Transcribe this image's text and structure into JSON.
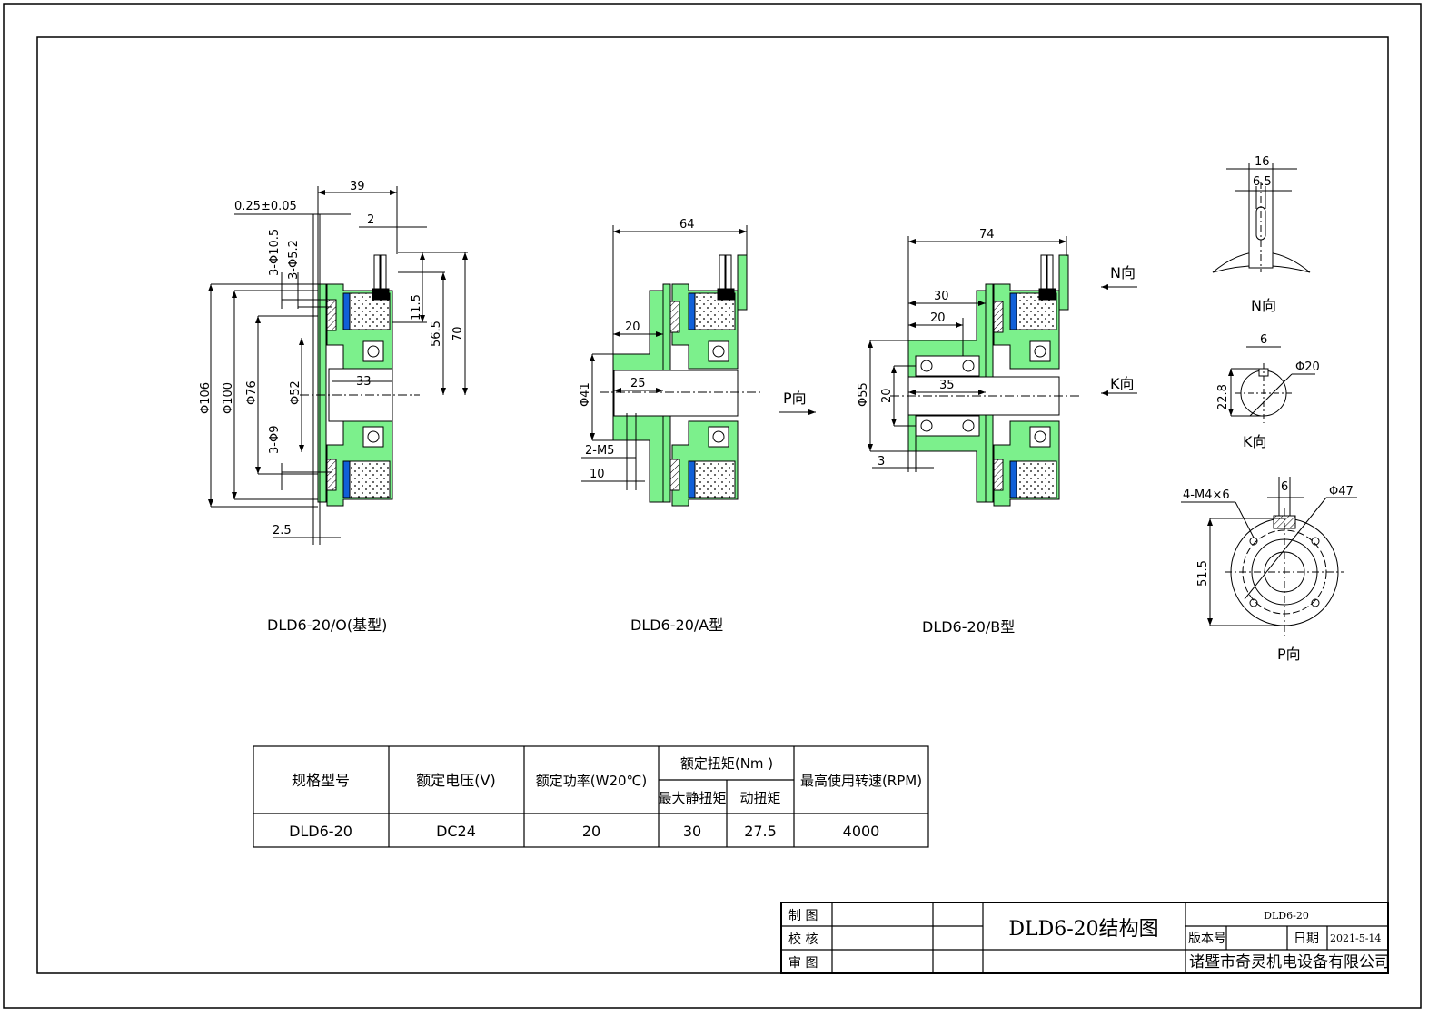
{
  "views": {
    "base": {
      "caption": "DLD6-20/O(基型)",
      "dims": {
        "w39": "39",
        "gap": "0.25±0.05",
        "d2": "2",
        "h11_5": "11.5",
        "h56_5": "56.5",
        "h70": "70",
        "phi106": "Φ106",
        "phi100": "Φ100",
        "phi76": "Φ76",
        "phi52": "Φ52",
        "holes10_5": "3-Φ10.5",
        "holes5_2": "3-Φ5.2",
        "holes9": "3-Φ9",
        "bore33": "33",
        "d2_5": "2.5"
      }
    },
    "typeA": {
      "caption": "DLD6-20/A型",
      "dims": {
        "w64": "64",
        "d20": "20",
        "d25": "25",
        "phi41": "Φ41",
        "m5": "2-M5",
        "d10": "10"
      }
    },
    "typeB": {
      "caption": "DLD6-20/B型",
      "dims": {
        "w74": "74",
        "d30": "30",
        "d20": "20",
        "d35": "35",
        "phi55": "Φ55",
        "v20": "20",
        "d3": "3"
      }
    },
    "arrows": {
      "n": "N向",
      "k": "K向",
      "p": "P向"
    },
    "detailN": {
      "caption": "N向",
      "d16": "16",
      "d6_5": "6.5"
    },
    "detailK": {
      "caption": "K向",
      "d6": "6",
      "phi20": "Φ20",
      "d22_8": "22.8"
    },
    "detailP": {
      "caption": "P向",
      "m4": "4-M4×6",
      "d6": "6",
      "phi47": "Φ47",
      "d51_5": "51.5"
    }
  },
  "spec_table": {
    "headers": {
      "model": "规格型号",
      "voltage": "额定电压(V)",
      "power": "额定功率(W20℃)",
      "torque": "额定扭矩(Nm )",
      "static_torque": "最大静扭矩",
      "dynamic_torque": "动扭矩",
      "speed": "最高使用转速(RPM)"
    },
    "row": {
      "model": "DLD6-20",
      "voltage": "DC24",
      "power": "20",
      "static_torque": "30",
      "dynamic_torque": "27.5",
      "speed": "4000"
    }
  },
  "title_block": {
    "drawn": "制 图",
    "checked": "校 核",
    "approved": "审 图",
    "title": "DLD6-20结构图",
    "code": "DLD6-20",
    "version_label": "版本号",
    "date_label": "日期",
    "date": "2021-5-14",
    "company": "诸暨市奇灵机电设备有限公司"
  },
  "colors": {
    "body": "#7CF08C",
    "coil": "#1060D8",
    "line": "#000000"
  }
}
